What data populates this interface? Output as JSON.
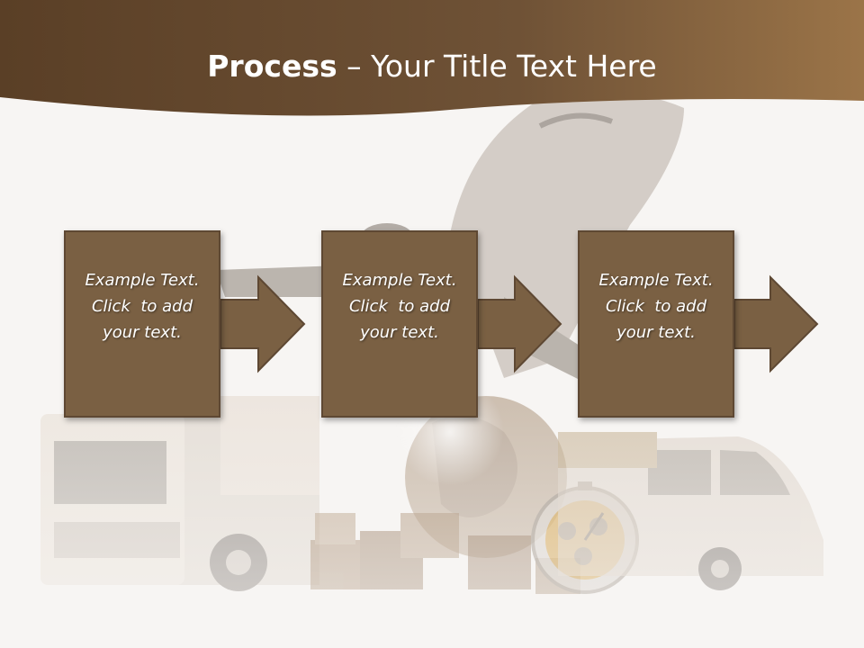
{
  "slide": {
    "title_bold": "Process",
    "title_rest": " – Your Title Text Here",
    "steps": [
      {
        "line1": "Example Text.",
        "line2": "Click  to add",
        "line3": "your text."
      },
      {
        "line1": "Example Text.",
        "line2": "Click  to add",
        "line3": "your text."
      },
      {
        "line1": "Example Text.",
        "line2": "Click  to add",
        "line3": "your text."
      }
    ]
  },
  "colors": {
    "header_brown": "#6b4f33",
    "box_fill": "#7a6043",
    "box_border": "#5e4833",
    "background": "#f7f5f3"
  },
  "icons": [
    "airplane-image",
    "truck-image",
    "van-image",
    "globe-image",
    "stopwatch-image",
    "boxes-image"
  ]
}
